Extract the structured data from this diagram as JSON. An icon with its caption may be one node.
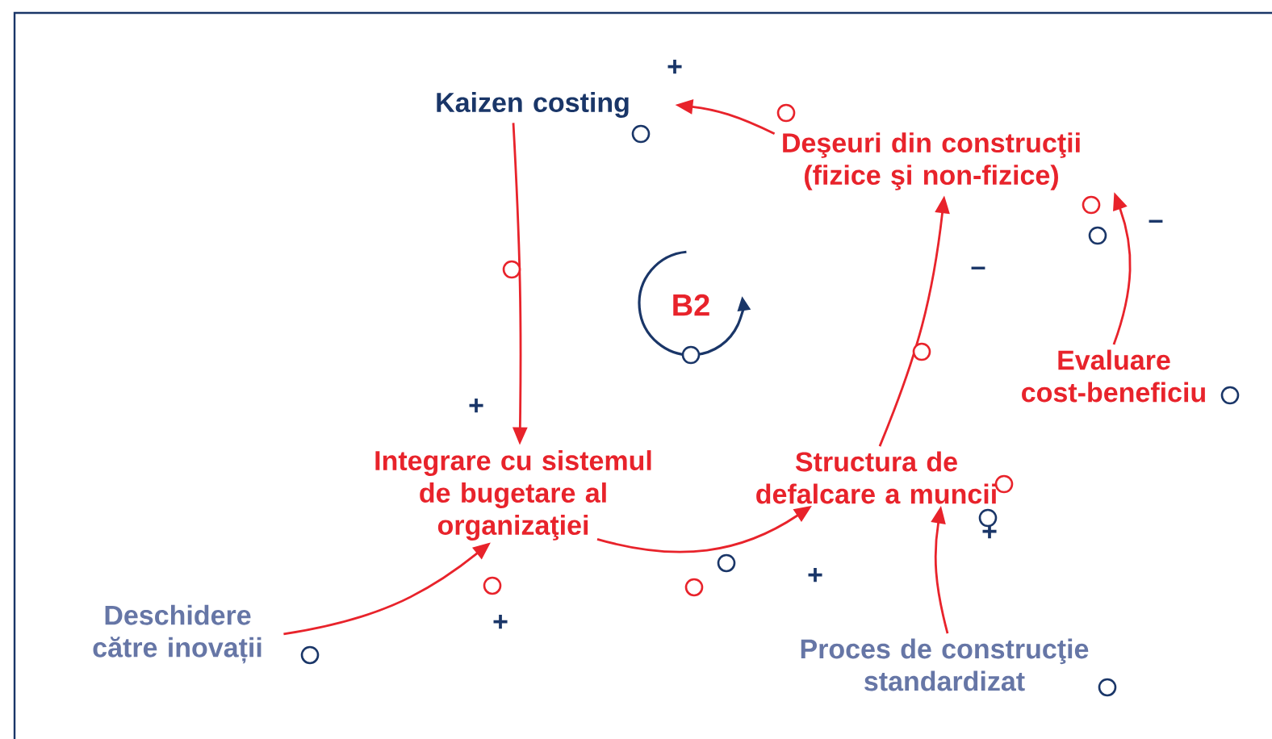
{
  "diagram": {
    "nodes": [
      {
        "text": [
          "Kaizen costing"
        ]
      },
      {
        "text": [
          "Deşeuri din construcţii (fizice şi non-fizice)"
        ]
      },
      {
        "text": [
          "Integrare cu sistemul de bugetare al organizaţiei"
        ]
      },
      {
        "text": [
          "Structura de defalcare a muncii"
        ]
      },
      {
        "text": [
          "Evaluare cost-beneficiu"
        ]
      },
      {
        "text": [
          "Deschidere către inovații"
        ]
      },
      {
        "text": [
          "Proces de construcţie standardizat"
        ]
      }
    ],
    "edges": [
      {
        "from": 1,
        "to": 0,
        "arrow": "to",
        "label": "+"
      },
      {
        "from": 0,
        "to": 2,
        "arrow": "to",
        "label": "+"
      },
      {
        "from": 5,
        "to": 2,
        "arrow": "to",
        "label": "+"
      },
      {
        "from": 2,
        "to": 3,
        "arrow": "to",
        "label": "+"
      },
      {
        "from": 3,
        "to": 1,
        "arrow": "to",
        "label": "–"
      },
      {
        "from": 4,
        "to": 1,
        "arrow": "to",
        "label": "–"
      },
      {
        "from": 6,
        "to": 3,
        "arrow": "to",
        "label": "+"
      }
    ],
    "labels": [
      "B2"
    ]
  }
}
